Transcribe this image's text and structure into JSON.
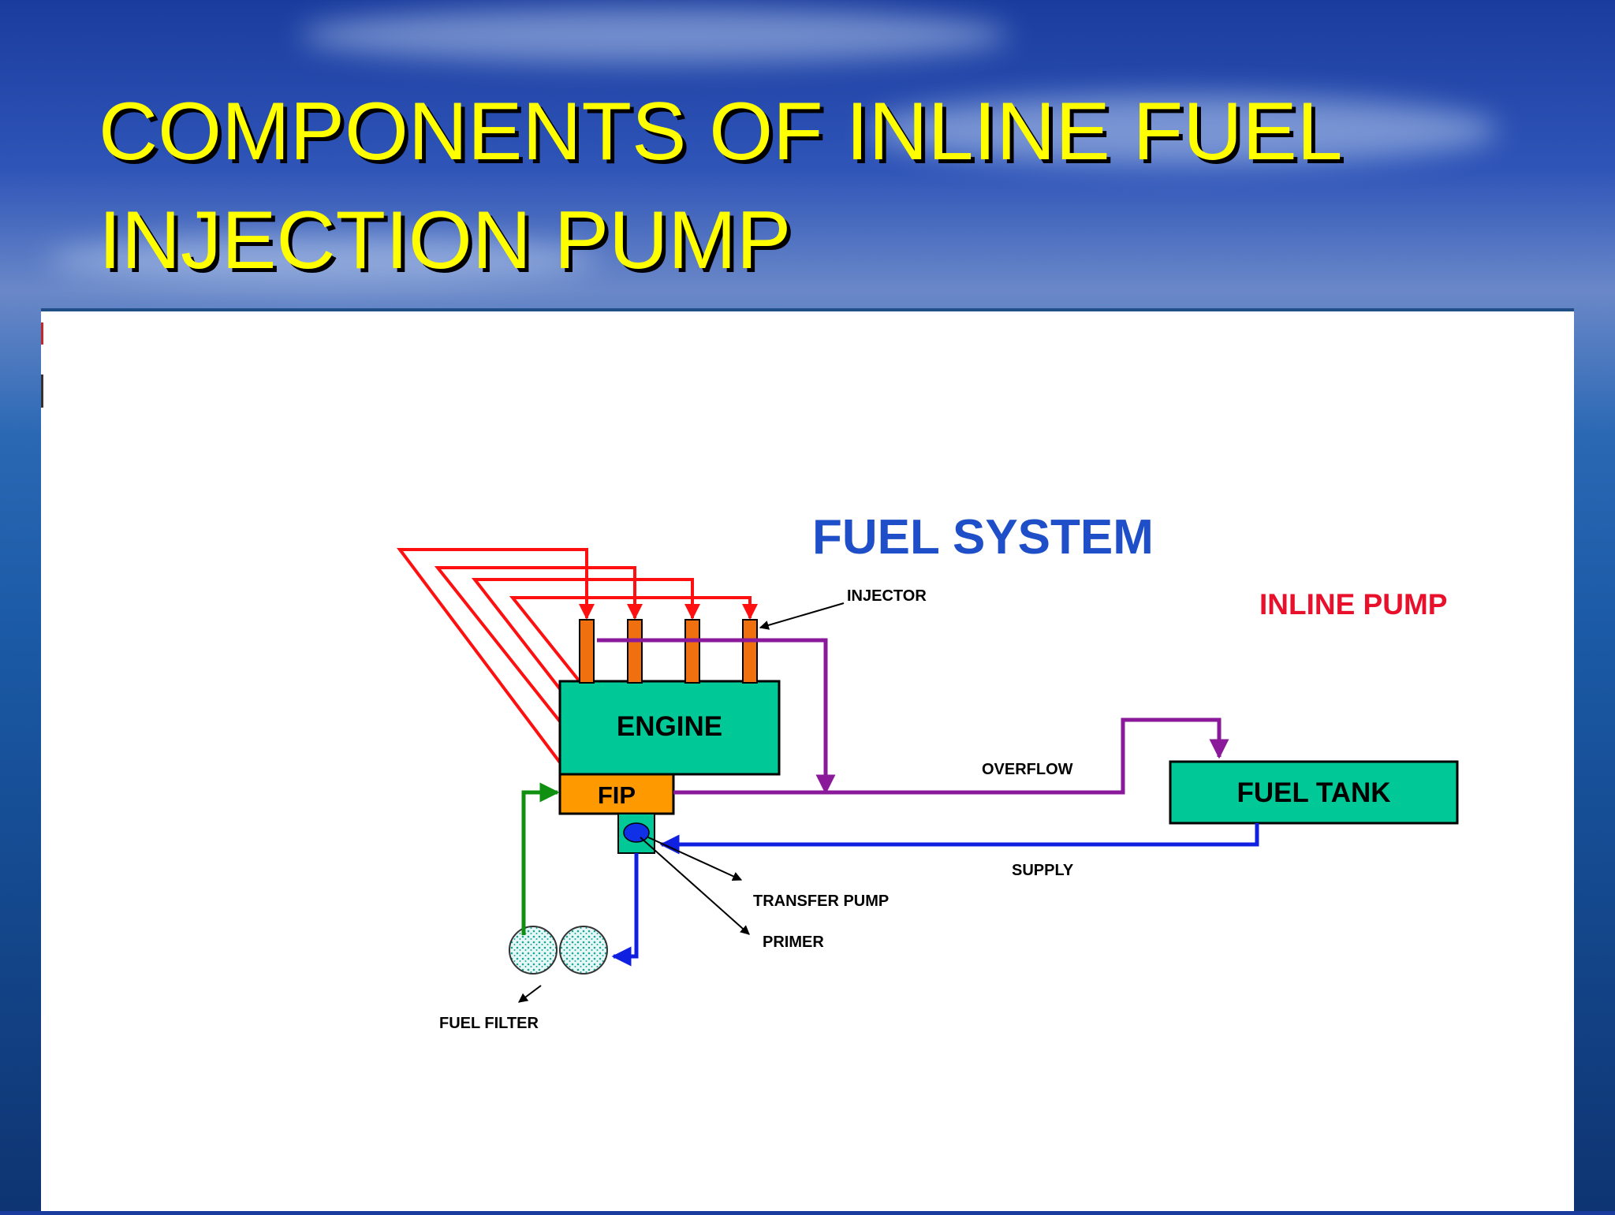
{
  "slide": {
    "title_line1": "COMPONENTS OF INLINE FUEL",
    "title_line2": "INJECTION PUMP"
  },
  "diagram": {
    "heading": "FUEL SYSTEM",
    "subheading": "INLINE PUMP",
    "blocks": {
      "engine": "ENGINE",
      "fip": "FIP",
      "fuel_tank": "FUEL TANK"
    },
    "labels": {
      "injector": "INJECTOR",
      "overflow": "OVERFLOW",
      "supply": "SUPPLY",
      "transfer_pump": "TRANSFER PUMP",
      "primer": "PRIMER",
      "fuel_filter": "FUEL FILTER"
    },
    "colors": {
      "heading": "#1f4fc8",
      "subheading": "#e8102a",
      "block_fill": "#00c896",
      "fip_fill": "#ff9900",
      "injector_fill": "#f07010",
      "high_pressure_line": "#ff1010",
      "overflow_line": "#8a1a9a",
      "supply_line": "#1020e0",
      "filter_line": "#109010"
    }
  }
}
